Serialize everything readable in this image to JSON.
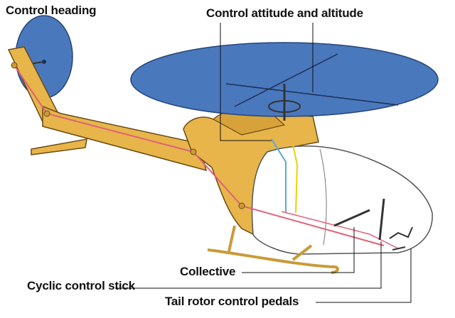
{
  "labels": {
    "control_heading": "Control heading",
    "control_attitude_altitude": "Control attitude and altitude",
    "collective": "Collective",
    "cyclic_control_stick": "Cyclic control stick",
    "tail_rotor_control_pedals": "Tail rotor control pedals"
  },
  "colors": {
    "fuselage": "#e7b54a",
    "fuselage_outline": "#6b4a14",
    "rotor_disc": "#4a78bd",
    "rotor_edge": "#24457a",
    "cabin_outline": "#555555",
    "control_line_red": "#e0607a",
    "control_line_blue": "#58a8e0",
    "control_line_yellow": "#f0d000",
    "leader_line": "#111111"
  }
}
